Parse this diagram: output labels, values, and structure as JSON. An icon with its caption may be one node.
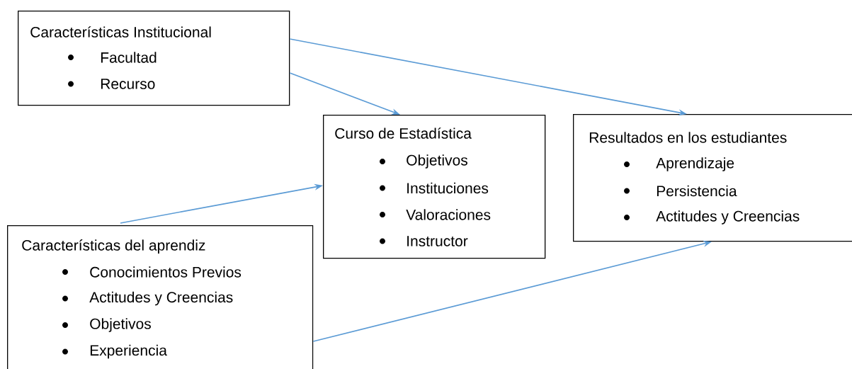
{
  "diagram": {
    "nodes": [
      {
        "text": [
          "Características Institucional",
          "Facultad",
          "Recurso"
        ]
      },
      {
        "text": [
          "Curso de Estadística",
          "Objetivos",
          "Instituciones",
          "Valoraciones",
          "Instructor"
        ]
      },
      {
        "text": [
          "Resultados en los estudiantes",
          "Aprendizaje",
          "Persistencia",
          "Actitudes y Creencias"
        ]
      },
      {
        "text": [
          "Características del aprendiz",
          "Conocimientos Previos",
          "Actitudes y Creencias",
          "Objetivos",
          "Experiencia"
        ]
      }
    ],
    "edges": [
      {
        "from": 0,
        "to": 2,
        "arrow": "to"
      },
      {
        "from": 0,
        "to": 1,
        "arrow": "to"
      },
      {
        "from": 3,
        "to": 1,
        "arrow": "to"
      },
      {
        "from": 3,
        "to": 2,
        "arrow": "to"
      }
    ]
  }
}
